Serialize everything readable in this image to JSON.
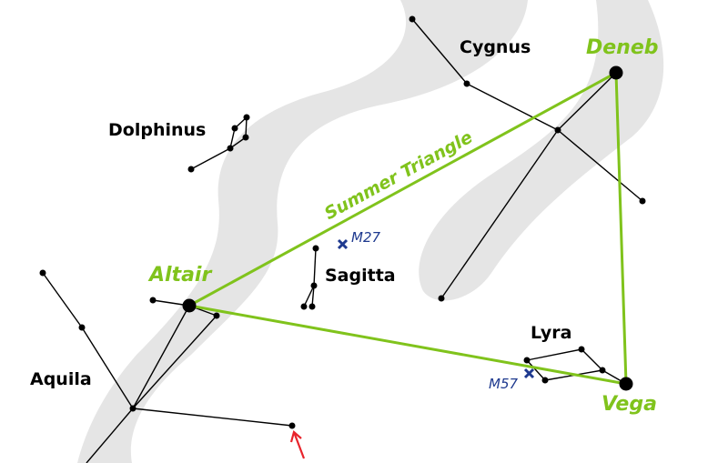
{
  "colors": {
    "background": "#ffffff",
    "milky_way": "#e5e5e5",
    "constellation_line": "#000000",
    "triangle": "#80c31c",
    "deep_sky": "#1f3a8f",
    "arrow": "#e8242c"
  },
  "constellations": {
    "cygnus": "Cygnus",
    "dolphinus": "Dolphinus",
    "sagitta": "Sagitta",
    "aquila": "Aquila",
    "lyra": "Lyra"
  },
  "stars": {
    "deneb": "Deneb",
    "altair": "Altair",
    "vega": "Vega"
  },
  "asterism": {
    "name": "Summer Triangle"
  },
  "deep_sky_objects": {
    "m27": "M27",
    "m57": "M57"
  },
  "icons": {
    "dso_marker": "x-mark-icon",
    "pointer": "red-arrow-icon"
  }
}
